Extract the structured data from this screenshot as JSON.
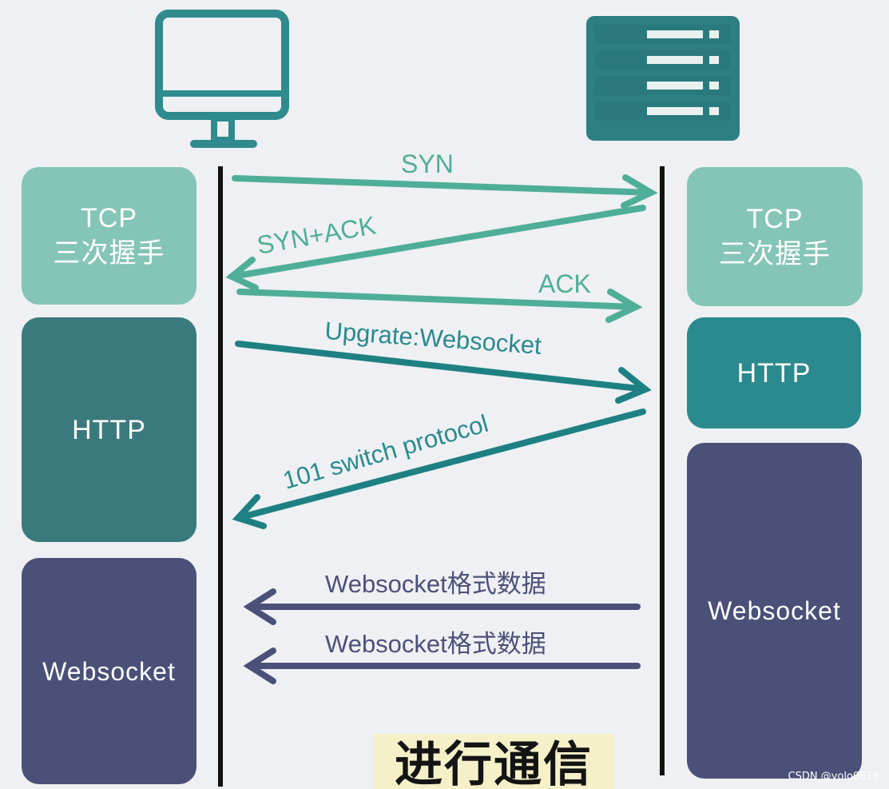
{
  "colors": {
    "tcp_block": "#84c5b7",
    "http_block_left": "#3b7a7c",
    "http_block_right": "#2a8a8e",
    "websocket_block": "#4b5078",
    "icon_color": "#2f8b8d",
    "server_color": "#2d7f82",
    "lifeline": "#111111",
    "handshake_arrow": "#4fae98",
    "upgrade_arrow": "#1e8082",
    "data_arrow": "#4c5079",
    "handshake_text": "#4fae98",
    "upgrade_text": "#2a8a8e",
    "data_text": "#4c5079"
  },
  "icons": {
    "client": "monitor-icon",
    "server": "server-rack-icon"
  },
  "left_stack": {
    "tcp_line1": "TCP",
    "tcp_line2": "三次握手",
    "http": "HTTP",
    "websocket": "Websocket"
  },
  "right_stack": {
    "tcp_line1": "TCP",
    "tcp_line2": "三次握手",
    "http": "HTTP",
    "websocket": "Websocket"
  },
  "messages": {
    "syn": "SYN",
    "syn_ack": "SYN+ACK",
    "ack": "ACK",
    "upgrade": "Upgrate:Websocket",
    "switch_protocol": "101 switch protocol",
    "ws_data_1": "Websocket格式数据",
    "ws_data_2": "Websocket格式数据"
  },
  "caption": "进行通信",
  "watermark": "CSDN @yolo0616"
}
